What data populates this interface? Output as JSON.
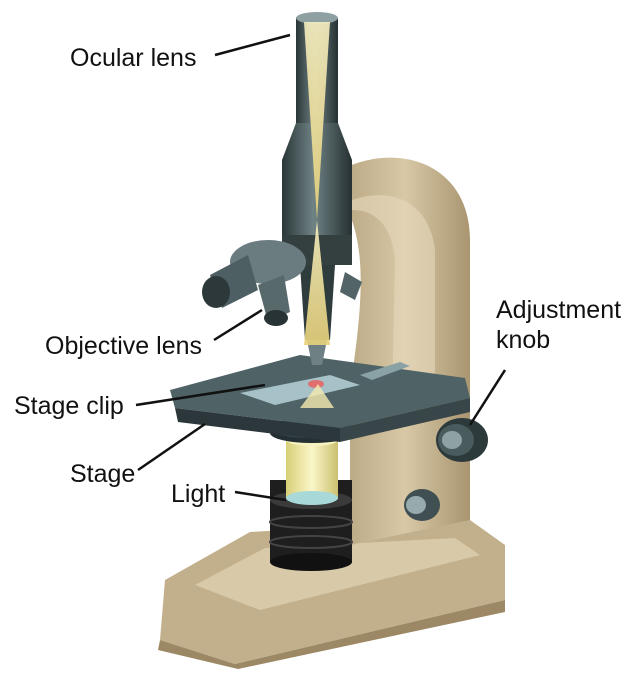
{
  "diagram": {
    "labels": {
      "ocular_lens": "Ocular lens",
      "objective_lens": "Objective lens",
      "adjustment_knob_line1": "Adjustment",
      "adjustment_knob_line2": "knob",
      "stage_clip": "Stage clip",
      "stage": "Stage",
      "light": "Light"
    },
    "colors": {
      "body_beige": "#cdbb99",
      "body_dark": "#a8936f",
      "tube_dark": "#2c3a3c",
      "tube_mid": "#4b5c5e",
      "light_beam": "#f2e6a0",
      "stage_top": "#5f7478",
      "base_black": "#1c1c1c"
    }
  }
}
